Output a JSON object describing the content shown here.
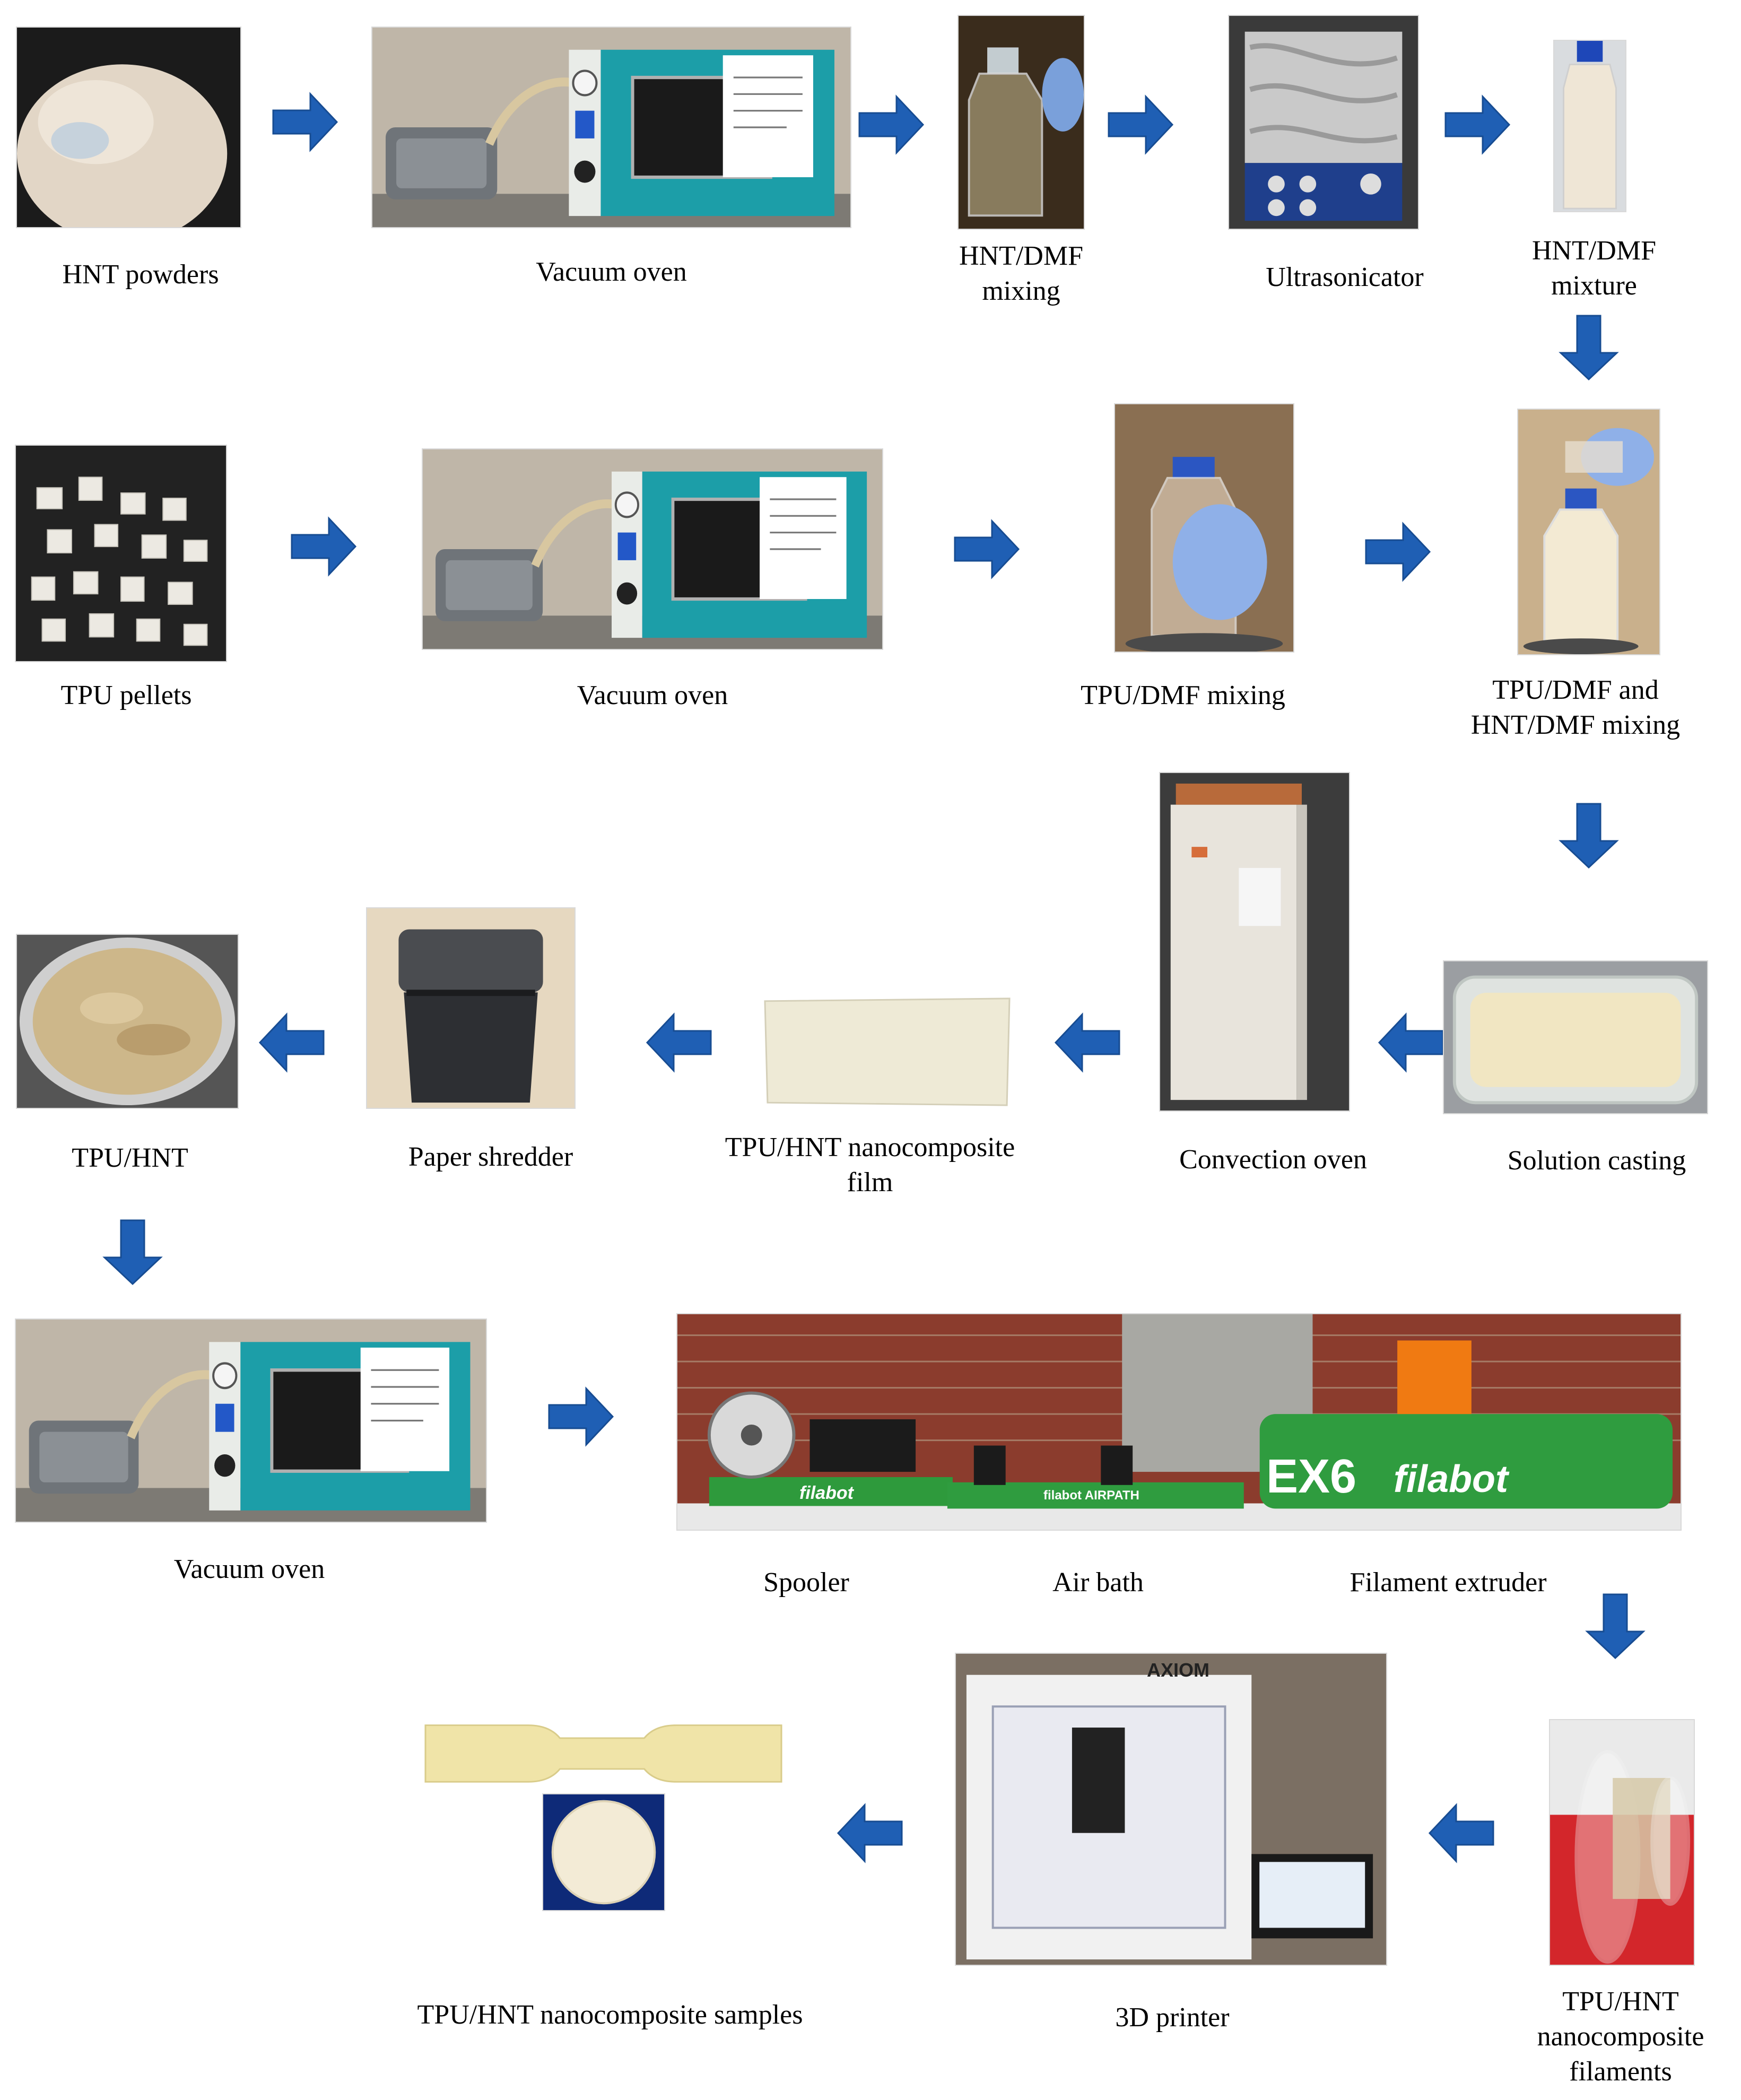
{
  "accent": "#1f5fb4",
  "labels": {
    "hnt_powders": "HNT powders",
    "vacuum_oven_1": "Vacuum oven",
    "hnt_dmf_mixing_l1": "HNT/DMF",
    "hnt_dmf_mixing_l2": "mixing",
    "ultrasonicator": "Ultrasonicator",
    "hnt_dmf_mixture_l1": "HNT/DMF",
    "hnt_dmf_mixture_l2": "mixture",
    "tpu_pellets": "TPU pellets",
    "vacuum_oven_2": "Vacuum oven",
    "tpu_dmf_mixing": "TPU/DMF mixing",
    "combined_mixing_l1": "TPU/DMF and",
    "combined_mixing_l2": "HNT/DMF mixing",
    "tpu_hnt": "TPU/HNT",
    "paper_shredder": "Paper shredder",
    "film_l1": "TPU/HNT nanocomposite",
    "film_l2": "film",
    "convection_oven": "Convection oven",
    "solution_casting": "Solution casting",
    "vacuum_oven_3": "Vacuum oven",
    "spooler": "Spooler",
    "air_bath": "Air bath",
    "filament_extruder": "Filament extruder",
    "samples": "TPU/HNT nanocomposite samples",
    "printer_3d": "3D printer",
    "filaments_l1": "TPU/HNT",
    "filaments_l2": "nanocomposite",
    "filaments_l3": "filaments"
  },
  "photo_text": {
    "ex6": "EX6",
    "filabot_main": "filabot",
    "filabot_spooler": "filabot",
    "filabot_airpath": "filabot AIRPATH",
    "axiom": "AXIOM"
  }
}
